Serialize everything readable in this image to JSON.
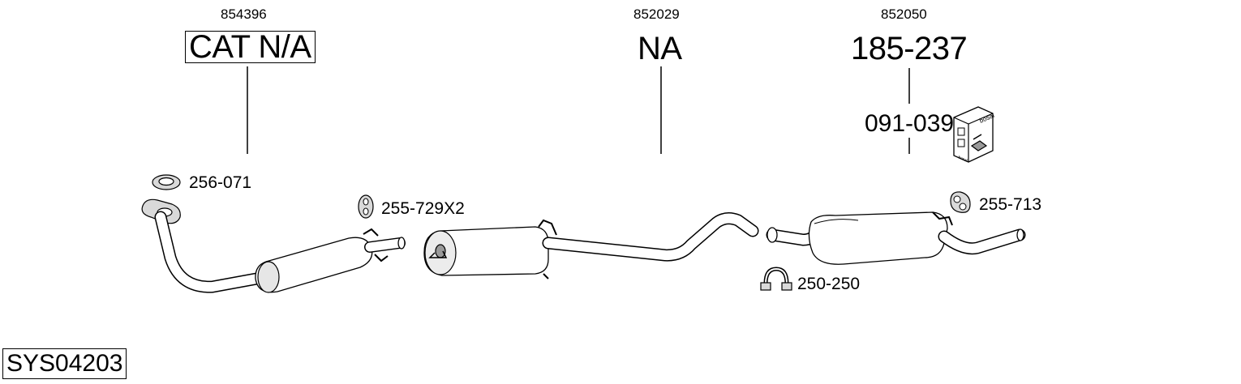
{
  "system": {
    "code": "SYS04203"
  },
  "parts": {
    "front": {
      "ref": "854396",
      "number": "CAT N/A"
    },
    "middle": {
      "ref": "852029",
      "number": "NA"
    },
    "rear": {
      "ref": "852050",
      "number": "185-237",
      "kit": "091-039"
    }
  },
  "accessories": {
    "gasket": "256-071",
    "rubber_mount_front": "255-729X2",
    "rubber_mount_rear": "255-713",
    "clamp": "250-250"
  },
  "kit_box": {
    "brand": "bosal"
  }
}
